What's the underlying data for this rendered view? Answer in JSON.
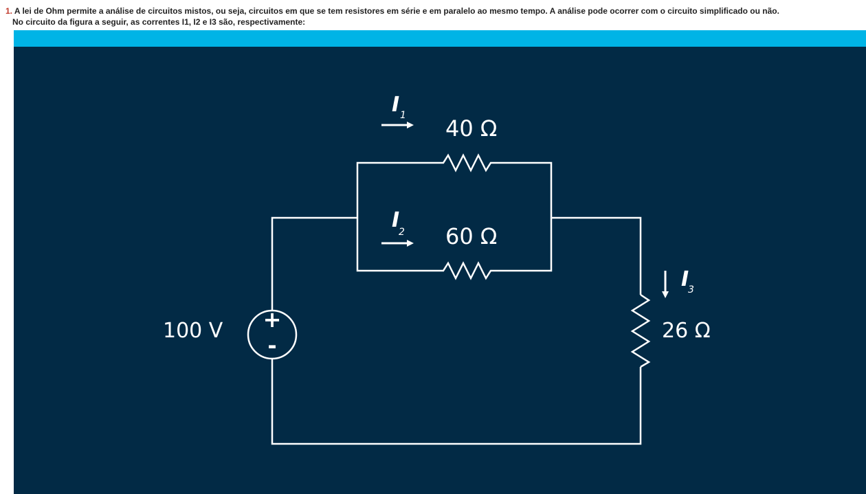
{
  "question": {
    "number": "1.",
    "text_line1": "A lei de Ohm permite a análise de circuitos mistos, ou seja, circuitos em que se tem resistores em série e em paralelo ao mesmo tempo. A análise pode ocorrer com o circuito simplificado ou não.",
    "text_line2": "No circuito da figura a seguir, as correntes I1, I2 e I3 são, respectivamente:"
  },
  "circuit": {
    "source_voltage": "100 V",
    "source_plus": "+",
    "source_minus": "-",
    "r1": "40 Ω",
    "r2": "60 Ω",
    "r3": "26 Ω",
    "i1": "I",
    "i1_sub": "1",
    "i2": "I",
    "i2_sub": "2",
    "i3": "I",
    "i3_sub": "3",
    "colors": {
      "background": "#022a45",
      "top_bar": "#00b4e6",
      "lines": "#ffffff"
    }
  }
}
